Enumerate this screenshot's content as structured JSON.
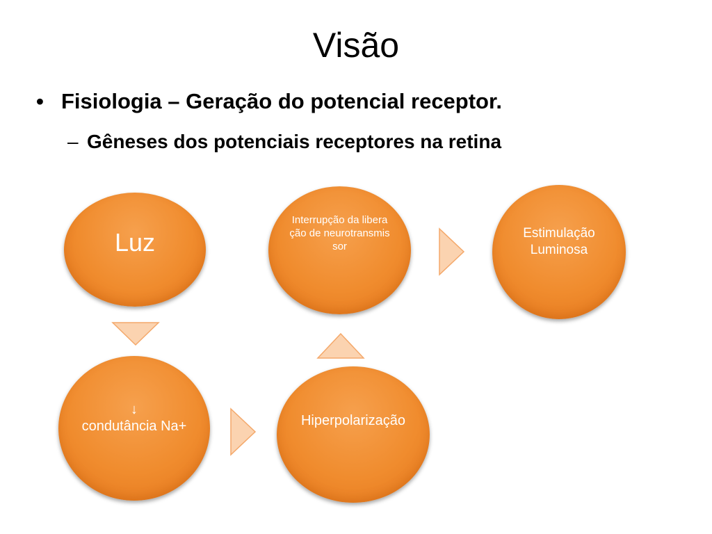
{
  "slide": {
    "title": "Visão",
    "bullet_marker": "•",
    "bullet": "Fisiologia – Geração do potencial receptor.",
    "sub_bullet_marker": "–",
    "sub_bullet": "Gêneses dos potenciais receptores na retina"
  },
  "diagram": {
    "nodes": {
      "luz": "Luz",
      "conducancia_arrow": "↓",
      "conducancia": "condutância Na+",
      "hiperpolarizacao": "Hiperpolarização",
      "interrupcao": "Interrupção da liberação de neurotransmissor",
      "estimulacao": "Estimulação Luminosa"
    },
    "colors": {
      "node_fill": "#f08c2e",
      "arrow_fill": "#fbd3b0",
      "arrow_stroke": "#f4a86a",
      "node_text": "#ffffff"
    }
  }
}
